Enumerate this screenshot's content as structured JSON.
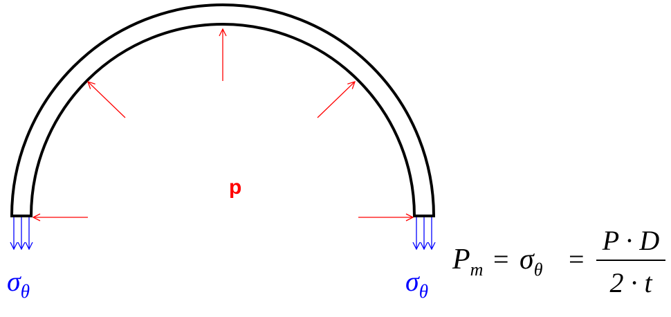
{
  "diagram": {
    "pressure_label": "p",
    "stress_symbol": "σ",
    "stress_subscript": "θ",
    "formula": {
      "lhs_symbol": "P",
      "lhs_subscript": "m",
      "equals": "=",
      "sigma_symbol": "σ",
      "sigma_subscript": "θ",
      "numerator": "P · D",
      "denominator": "2 · t"
    },
    "colors": {
      "shell": "#000000",
      "pressure": "#ff0000",
      "stress": "#0000ff",
      "formula": "#000000"
    }
  }
}
